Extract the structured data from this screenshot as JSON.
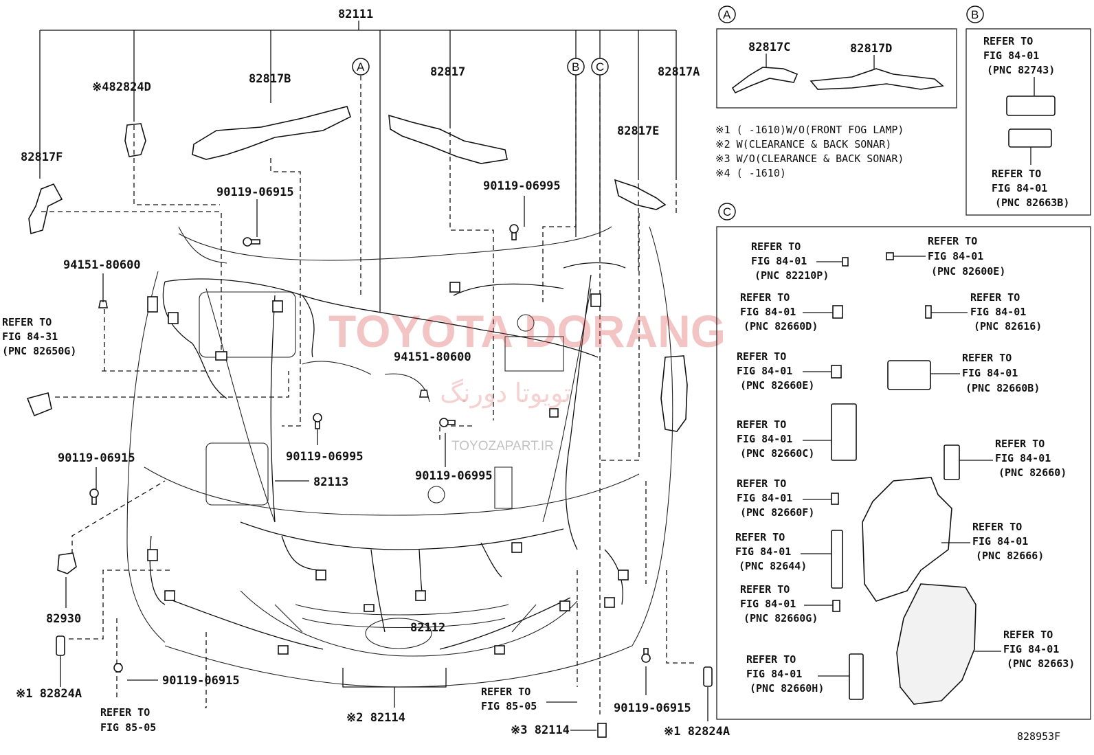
{
  "watermark": {
    "main": "TOYOTA DORANG",
    "persian": "تویوتا دورنگ",
    "url": "TOYOZAPART.IR"
  },
  "main_diagram": {
    "top_part": "82111",
    "callout_a": "A",
    "callout_b": "B",
    "callout_c": "C",
    "parts": {
      "p82817b": "82817B",
      "p82824d": "※482824D",
      "p82817f": "82817F",
      "p82817": "82817",
      "p82817a": "82817A",
      "p82817e": "82817E",
      "p82113": "82113",
      "p82112": "82112",
      "p82930": "82930",
      "p82824a_left": "※1 82824A",
      "p82114_center": "※2 82114",
      "p82114_bottom": "※3 82114",
      "p82824a_right": "※1 82824A"
    },
    "bolts": {
      "b1": "90119-06915",
      "b2": "90119-06995",
      "b3": "94151-80600",
      "b4": "94151-80600",
      "b5": "90119-06915",
      "b6": "90119-06995",
      "b7": "90119-06995",
      "b8": "90119-06915",
      "b9": "90119-06915"
    },
    "refer_82650g": {
      "line1": "REFER TO",
      "line2": "FIG 84-31",
      "line3": "(PNC 82650G)"
    },
    "refer_85_05_left": {
      "line1": "REFER TO",
      "line2": "FIG 85-05"
    },
    "refer_85_05_right": {
      "line1": "REFER TO",
      "line2": "FIG 85-05"
    }
  },
  "panel_a": {
    "label": "A",
    "part1": "82817C",
    "part2": "82817D"
  },
  "notes": [
    "※1 (      -1610)W/O(FRONT FOG LAMP)",
    "※2 W(CLEARANCE & BACK SONAR)",
    "※3 W/O(CLEARANCE & BACK SONAR)",
    "※4 (      -1610)"
  ],
  "panel_b": {
    "label": "B",
    "ref1": {
      "line1": "REFER TO",
      "line2": "FIG 84-01",
      "line3": "(PNC 82743)"
    },
    "ref2": {
      "line1": "REFER TO",
      "line2": "FIG 84-01",
      "line3": "(PNC 82663B)"
    }
  },
  "panel_c": {
    "label": "C",
    "refs": [
      {
        "line1": "REFER TO",
        "line2": "FIG 84-01",
        "line3": "(PNC 82210P)"
      },
      {
        "line1": "REFER TO",
        "line2": "FIG 84-01",
        "line3": "(PNC 82600E)"
      },
      {
        "line1": "REFER TO",
        "line2": "FIG 84-01",
        "line3": "(PNC 82660D)"
      },
      {
        "line1": "REFER TO",
        "line2": "FIG 84-01",
        "line3": "(PNC 82616)"
      },
      {
        "line1": "REFER TO",
        "line2": "FIG 84-01",
        "line3": "(PNC 82660E)"
      },
      {
        "line1": "REFER TO",
        "line2": "FIG 84-01",
        "line3": "(PNC 82660B)"
      },
      {
        "line1": "REFER TO",
        "line2": "FIG 84-01",
        "line3": "(PNC 82660C)"
      },
      {
        "line1": "REFER TO",
        "line2": "FIG 84-01",
        "line3": "(PNC 82660)"
      },
      {
        "line1": "REFER TO",
        "line2": "FIG 84-01",
        "line3": "(PNC 82660F)"
      },
      {
        "line1": "REFER TO",
        "line2": "FIG 84-01",
        "line3": "(PNC 82666)"
      },
      {
        "line1": "REFER TO",
        "line2": "FIG 84-01",
        "line3": "(PNC 82644)"
      },
      {
        "line1": "REFER TO",
        "line2": "FIG 84-01",
        "line3": "(PNC 82660G)"
      },
      {
        "line1": "REFER TO",
        "line2": "FIG 84-01",
        "line3": "(PNC 82663)"
      },
      {
        "line1": "REFER TO",
        "line2": "FIG 84-01",
        "line3": "(PNC 82660H)"
      }
    ]
  },
  "figure_code": "828953F"
}
